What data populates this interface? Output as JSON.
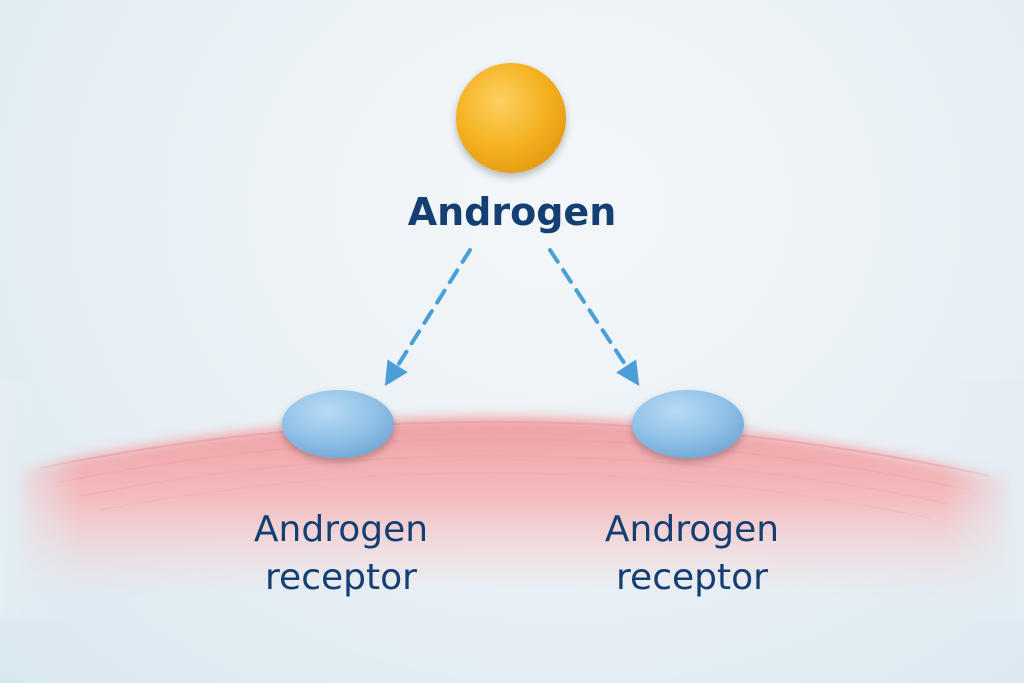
{
  "diagram": {
    "ligand": {
      "label": "Androgen",
      "color": "#f4b120"
    },
    "receptors": [
      {
        "line1": "Androgen",
        "line2": "receptor",
        "color": "#8fc0e6"
      },
      {
        "line1": "Androgen",
        "line2": "receptor",
        "color": "#8fc0e6"
      }
    ],
    "membrane_color": "#f2b3b5",
    "arrow_color": "#4a9fd8",
    "text_color": "#143f73"
  }
}
